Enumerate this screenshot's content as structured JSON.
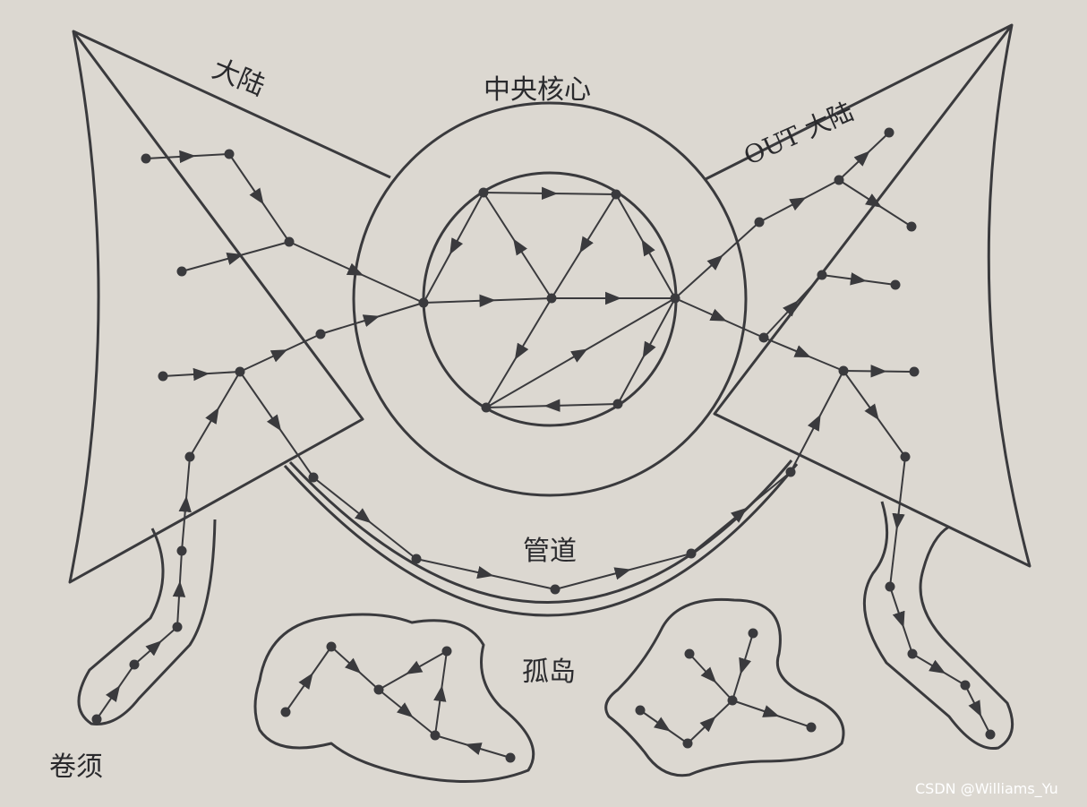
{
  "labels": {
    "in_continent": "大陆",
    "core": "中央核心",
    "out_continent": "OUT 大陆",
    "tube": "管道",
    "islands": "孤岛",
    "tendrils": "卷须"
  },
  "watermark": "CSDN @Williams_Yu",
  "colors": {
    "ink": "#3a3a3d",
    "paper": "#dcd8d1",
    "watermark": "#ffffff"
  }
}
